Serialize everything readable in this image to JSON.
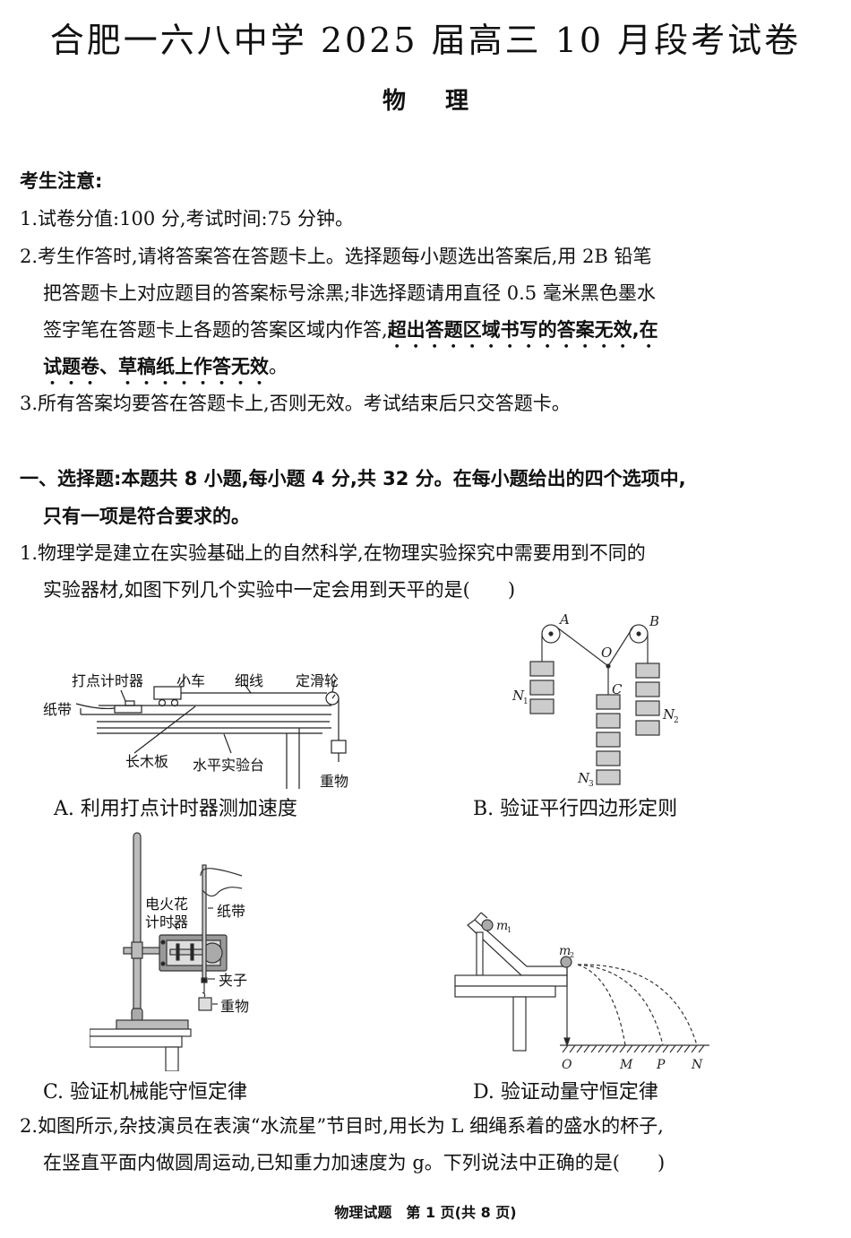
{
  "header": {
    "title": "合肥一六八中学 2025 届高三 10 月段考试卷",
    "subject_chars": [
      "物",
      "理"
    ]
  },
  "notice": {
    "heading": "考生注意:",
    "items": [
      {
        "lines": [
          "1.试卷分值:100 分,考试时间:75 分钟。"
        ]
      },
      {
        "lines": [
          "2.考生作答时,请将答案答在答题卡上。选择题每小题选出答案后,用 2B 铅笔",
          "把答题卡上对应题目的答案标号涂黑;非选择题请用直径 0.5 毫米黑色墨水",
          "签字笔在答题卡上各题的答案区域内作答,"
        ],
        "emphasis_1": "超出答题区域书写的答案无效,在",
        "emphasis_2": "试题卷、草稿纸上作答无效",
        "tail": "。"
      },
      {
        "lines": [
          "3.所有答案均要答在答题卡上,否则无效。考试结束后只交答题卡。"
        ]
      }
    ]
  },
  "section1": {
    "heading_line1": "一、选择题:本题共 8 小题,每小题 4 分,共 32 分。在每小题给出的四个选项中,",
    "heading_line2": "只有一项是符合要求的。"
  },
  "q1": {
    "line1": "1.物理学是建立在实验基础上的自然科学,在物理实验探究中需要用到不同的",
    "line2": "实验器材,如图下列几个实验中一定会用到天平的是(　　)",
    "options": [
      {
        "label": "A. 利用打点计时器测加速度"
      },
      {
        "label": "B. 验证平行四边形定则"
      },
      {
        "label": "C. 验证机械能守恒定律"
      },
      {
        "label": "D. 验证动量守恒定律"
      }
    ],
    "figA": {
      "timer": "打点计时器",
      "cart": "小车",
      "string": "细线",
      "pulley": "定滑轮",
      "tape": "纸带",
      "board": "长木板",
      "table": "水平实验台",
      "weight": "重物"
    },
    "figB": {
      "A": "A",
      "B": "B",
      "O": "O",
      "C": "C",
      "N1": "N",
      "N1sub": "1",
      "N2": "N",
      "N2sub": "2",
      "N3": "N",
      "N3sub": "3"
    },
    "figC": {
      "timer_l1": "电火花",
      "timer_l2": "计时器",
      "tape": "纸带",
      "clip": "夹子",
      "weight": "重物"
    },
    "figD": {
      "m1": "m",
      "m1sub": "1",
      "m2": "m",
      "m2sub": "2",
      "O": "O",
      "M": "M",
      "P": "P",
      "N": "N"
    }
  },
  "q2": {
    "line1": "2.如图所示,杂技演员在表演“水流星”节目时,用长为 L 细绳系着的盛水的杯子,",
    "line2": "在竖直平面内做圆周运动,已知重力加速度为 g。下列说法中正确的是(　　)"
  },
  "footer": {
    "text": "物理试题　第 1 页(共 8 页)"
  }
}
